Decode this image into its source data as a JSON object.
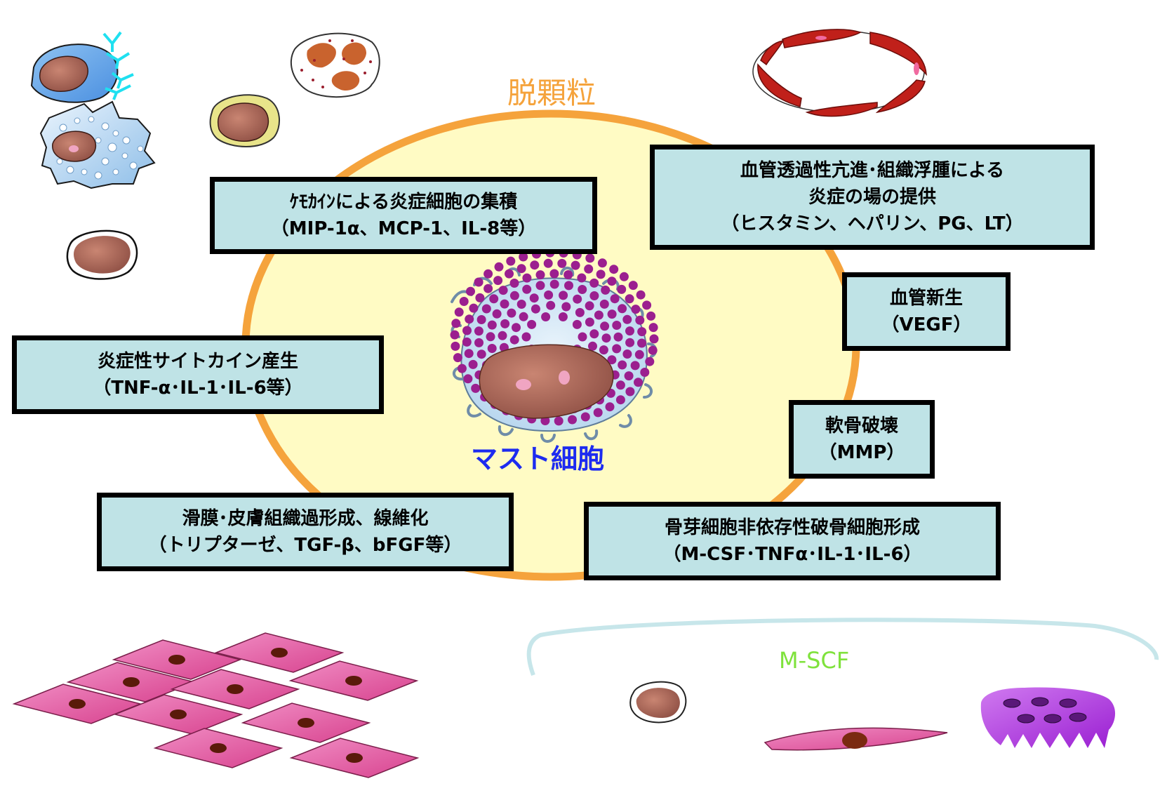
{
  "degranulation_label": "脱顆粒",
  "mast_cell_label": "マスト細胞",
  "mscf_label": "M-SCF",
  "boxes": {
    "chemokine": {
      "line1": "ｹﾓｶｲﾝによる炎症細胞の集積",
      "line2": "（MIP-1α、MCP-1、IL-8等）"
    },
    "vascular": {
      "line1": "血管透過性亢進･組織浮腫による",
      "line2": "炎症の場の提供",
      "line3": "（ヒスタミン、ヘパリン、PG、LT）"
    },
    "angiogenesis": {
      "line1": "血管新生",
      "line2": "（VEGF）"
    },
    "cytokine": {
      "line1": "炎症性サイトカイン産生",
      "line2": "（TNF-α･IL-1･IL-6等）"
    },
    "cartilage": {
      "line1": "軟骨破壊",
      "line2": "（MMP）"
    },
    "synovium": {
      "line1": "滑膜･皮膚組織過形成、線維化",
      "line2": "（トリプターゼ、TGF-β、bFGF等）"
    },
    "osteoclast": {
      "line1": "骨芽細胞非依存性破骨細胞形成",
      "line2": "（M-CSF･TNFα･IL-1･IL-6）"
    }
  },
  "colors": {
    "ellipse_fill": "#fffbc4",
    "ellipse_stroke": "#f5a33c",
    "box_fill": "#bfe3e6",
    "mast_label": "#1d2bf0",
    "mscf_label": "#7fe23c",
    "granule": "#9b1f8f",
    "nucleus": "#b06a5a",
    "fibroblast": "#e85aa5",
    "vessel": "#c0201a",
    "osteoclast": "#b436e0"
  },
  "icons": [
    "b-cell-icon",
    "eosinophil-icon",
    "basophil-icon",
    "neutrophil-icon",
    "macrophage-icon",
    "lymphocyte-icon",
    "blood-vessel-icon",
    "mast-cell-icon",
    "fibroblast-icon",
    "monocyte-icon",
    "osteoblast-icon",
    "osteoclast-icon"
  ]
}
